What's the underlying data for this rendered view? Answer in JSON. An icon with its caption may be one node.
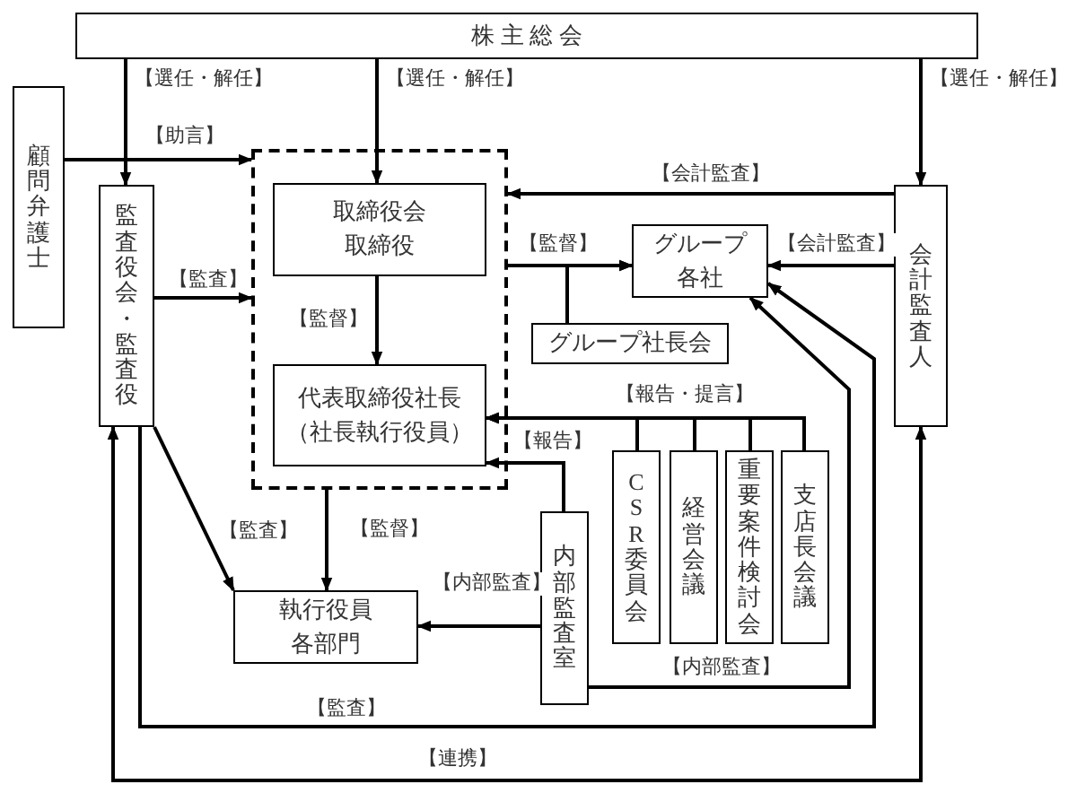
{
  "diagram": {
    "nodes": [
      {
        "text": [
          "株 主 総 会"
        ]
      },
      {
        "text": [
          "顧問弁護士"
        ]
      },
      {
        "text": [
          "監査役会・監査役"
        ]
      },
      {
        "text": [],
        "shape": "box"
      },
      {
        "text": [
          "取締役会",
          "取締役"
        ],
        "in": 3
      },
      {
        "text": [
          "代表取締役社長",
          "（社長執行役員）"
        ],
        "in": 3
      },
      {
        "text": [
          "グループ各社"
        ]
      },
      {
        "text": [
          "グループ社長会"
        ]
      },
      {
        "text": [
          "会計監査人"
        ]
      },
      {
        "text": [
          "内部監査室"
        ]
      },
      {
        "text": [
          "CSR委員会"
        ]
      },
      {
        "text": [
          "経営会議"
        ]
      },
      {
        "text": [
          "重要案件検討会"
        ]
      },
      {
        "text": [
          "支店長会議"
        ]
      },
      {
        "text": [
          "執行役員",
          "各部門"
        ]
      }
    ],
    "edges": [
      {
        "from": 0,
        "to": 2,
        "arrow": "to",
        "label": "【選任・解任】"
      },
      {
        "from": 0,
        "to": 4,
        "arrow": "to",
        "label": "【選任・解任】"
      },
      {
        "from": 0,
        "to": 8,
        "arrow": "to",
        "label": "【選任・解任】"
      },
      {
        "from": 1,
        "to": 3,
        "arrow": "to",
        "label": "【助言】"
      },
      {
        "from": 2,
        "to": 3,
        "arrow": "to",
        "label": "【監査】"
      },
      {
        "from": 4,
        "to": 5,
        "arrow": "to",
        "label": "【監督】"
      },
      {
        "from": 8,
        "to": 3,
        "arrow": "to",
        "label": "【会計監査】"
      },
      {
        "from": 3,
        "to": 6,
        "arrow": "to",
        "label": "【監督】"
      },
      {
        "from": 7,
        "to": 6,
        "arrow": "to"
      },
      {
        "from": 8,
        "to": 6,
        "arrow": "to",
        "label": "【会計監査】"
      },
      {
        "from": 2,
        "to": 6,
        "arrow": "to",
        "label": "【監査】"
      },
      {
        "from": 9,
        "to": 6,
        "arrow": "to",
        "label": "【内部監査】"
      },
      {
        "from": 10,
        "to": 5,
        "arrow": "to",
        "label": "【報告・提言】"
      },
      {
        "from": 11,
        "to": 5,
        "arrow": "to"
      },
      {
        "from": 12,
        "to": 5,
        "arrow": "to"
      },
      {
        "from": 13,
        "to": 5,
        "arrow": "to"
      },
      {
        "from": 9,
        "to": 5,
        "arrow": "to",
        "label": "【報告】"
      },
      {
        "from": 9,
        "to": 14,
        "arrow": "to",
        "label": "【内部監査】"
      },
      {
        "from": 3,
        "to": 14,
        "arrow": "to",
        "label": "【監督】"
      },
      {
        "from": 2,
        "to": 14,
        "arrow": "to",
        "label": "【監査】"
      },
      {
        "from": 8,
        "to": 2,
        "arrow": "both",
        "label": "【連携】"
      }
    ]
  }
}
